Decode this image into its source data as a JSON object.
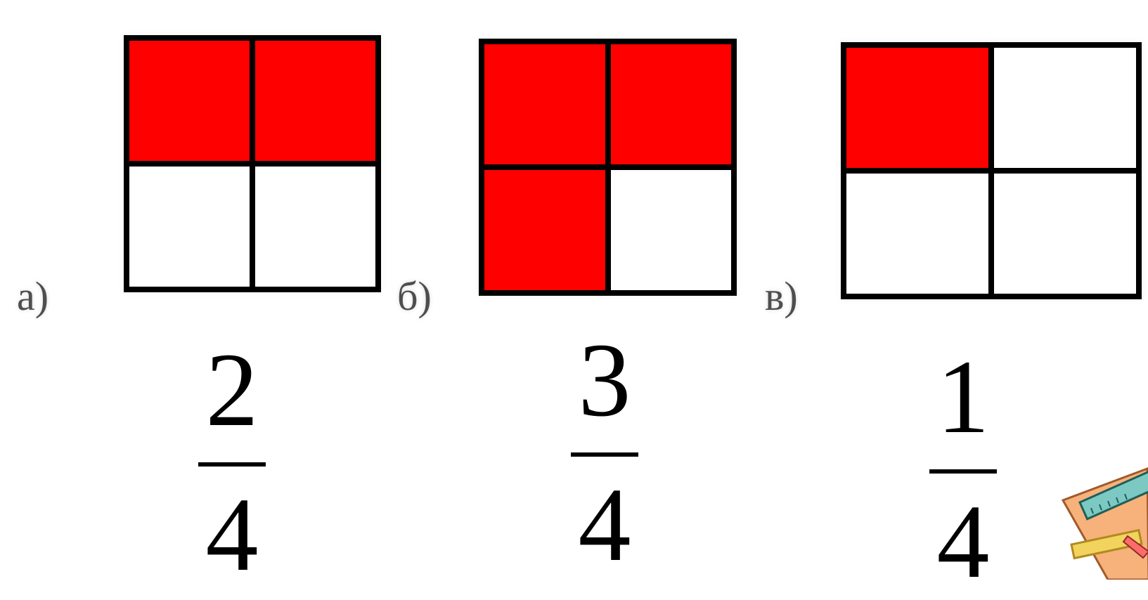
{
  "problems": [
    {
      "label": "а)",
      "cells": [
        true,
        true,
        false,
        false
      ],
      "fraction": {
        "numerator": "2",
        "denominator": "4"
      }
    },
    {
      "label": "б)",
      "cells": [
        true,
        true,
        true,
        false
      ],
      "fraction": {
        "numerator": "3",
        "denominator": "4"
      }
    },
    {
      "label": "в)",
      "cells": [
        true,
        false,
        false,
        false
      ],
      "fraction": {
        "numerator": "1",
        "denominator": "4"
      }
    }
  ],
  "colors": {
    "filled": "#ff0000",
    "empty": "#ffffff",
    "grid_line": "#000000"
  },
  "decoration": {
    "icon": "ruler-and-pencil-clipart-icon"
  }
}
